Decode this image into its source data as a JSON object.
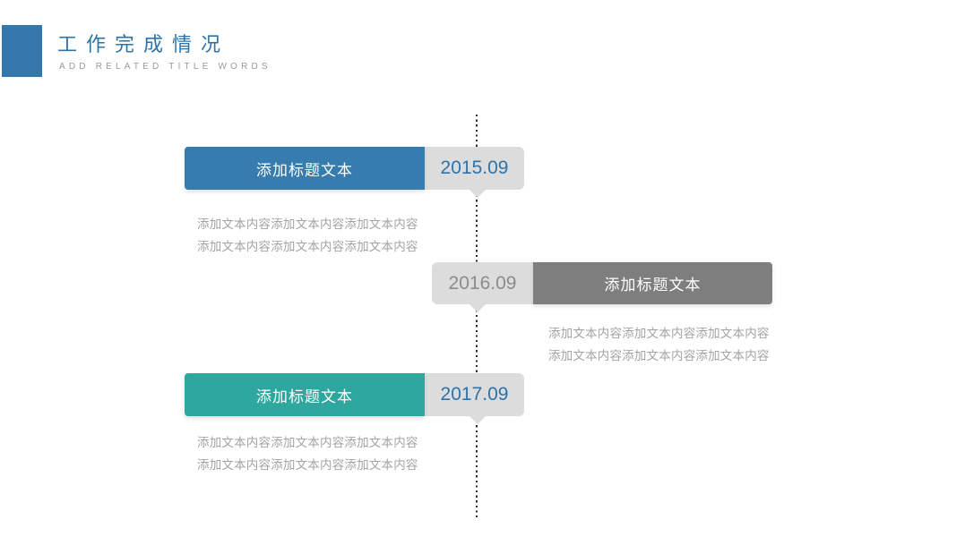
{
  "slide": {
    "header": {
      "title": "工作完成情况",
      "subtitle": "ADD RELATED TITLE WORDS"
    },
    "timeline": {
      "items": [
        {
          "date": "2015.09",
          "title": "添加标题文本",
          "side": "left",
          "bar_color": "#377cae",
          "date_color": "#2e73a8",
          "body": [
            "添加文本内容添加文本内容添加文本内容",
            "添加文本内容添加文本内容添加文本内容"
          ]
        },
        {
          "date": "2016.09",
          "title": "添加标题文本",
          "side": "right",
          "bar_color": "#7e7e7e",
          "date_color": "#8c8c8c",
          "body": [
            "添加文本内容添加文本内容添加文本内容",
            "添加文本内容添加文本内容添加文本内容"
          ]
        },
        {
          "date": "2017.09",
          "title": "添加标题文本",
          "side": "left",
          "bar_color": "#2ea89e",
          "date_color": "#2e73a8",
          "body": [
            "添加文本内容添加文本内容添加文本内容",
            "添加文本内容添加文本内容添加文本内容"
          ]
        }
      ]
    },
    "colors": {
      "header_square": "#3478ab",
      "header_title": "#2e73a8",
      "header_subtitle": "#999999",
      "tag_background": "#dcdcdc",
      "body_text": "#a3a3a3",
      "dotted_line": "#2e2e2e"
    }
  }
}
